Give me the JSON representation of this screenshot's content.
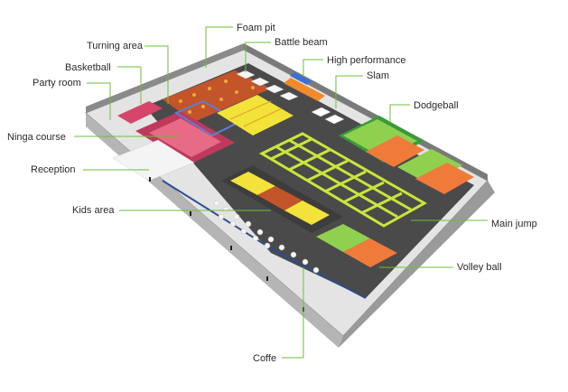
{
  "colors": {
    "wall": "#9a9a9a",
    "wall_dark": "#6f6f6f",
    "floor": "#e2e2e2",
    "frame_blue": "#2d4d8f",
    "mat": "#3a3a3a",
    "green": "#8fd14f",
    "yellow": "#f3e23a",
    "orange": "#f07a3a",
    "lime": "#c8e63a",
    "pink": "#d6456a",
    "label_line": "#6bbf3a",
    "text": "#2a2a2a"
  },
  "labels": {
    "foam_pit": "Foam pit",
    "battle_beam": "Battle beam",
    "turning_area": "Turning area",
    "basketball": "Basketball",
    "high_performance": "High performance",
    "slam": "Slam",
    "party_room": "Party room",
    "dodgeball": "Dodgeball",
    "ninga_course": "Ninga course",
    "reception": "Reception",
    "kids_area": "Kids area",
    "main_jump": "Main jump",
    "volley_ball": "Volley ball",
    "coffe": "Coffe"
  }
}
